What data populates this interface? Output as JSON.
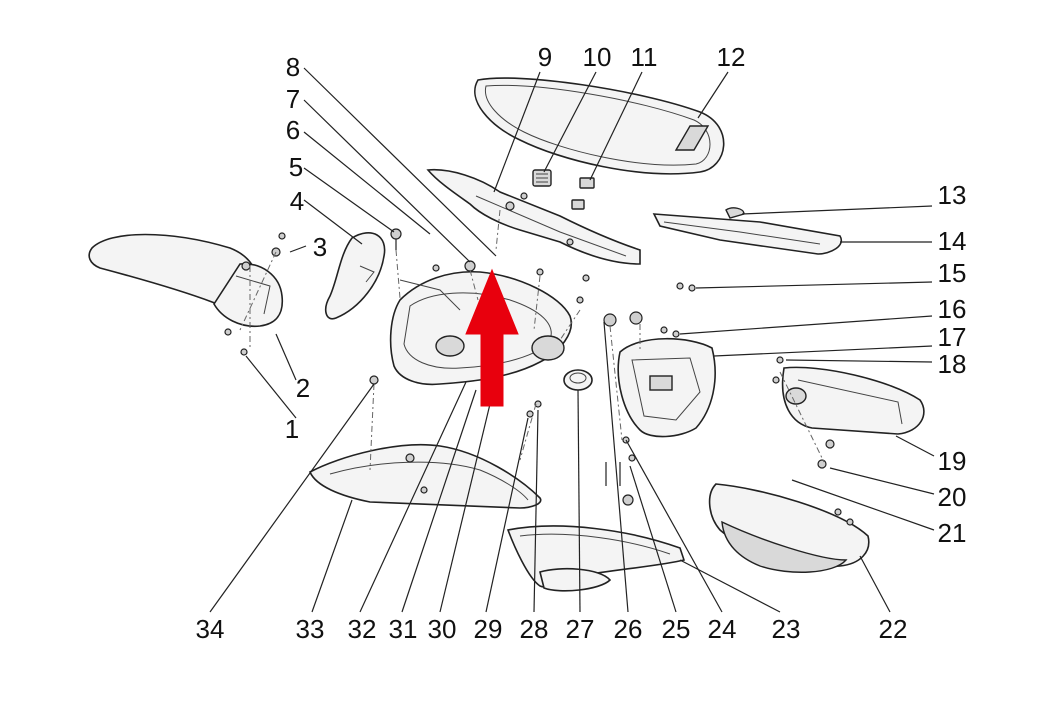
{
  "callouts": {
    "c1": "1",
    "c2": "2",
    "c3": "3",
    "c4": "4",
    "c5": "5",
    "c6": "6",
    "c7": "7",
    "c8": "8",
    "c9": "9",
    "c10": "10",
    "c11": "11",
    "c12": "12",
    "c13": "13",
    "c14": "14",
    "c15": "15",
    "c16": "16",
    "c17": "17",
    "c18": "18",
    "c19": "19",
    "c20": "20",
    "c21": "21",
    "c22": "22",
    "c23": "23",
    "c24": "24",
    "c25": "25",
    "c26": "26",
    "c27": "27",
    "c28": "28",
    "c29": "29",
    "c30": "30",
    "c31": "31",
    "c32": "32",
    "c33": "33",
    "c34": "34"
  },
  "colors": {
    "arrow": "#e8000d",
    "line": "#222222"
  },
  "icons": {
    "highlight": "red-up-arrow-icon"
  }
}
